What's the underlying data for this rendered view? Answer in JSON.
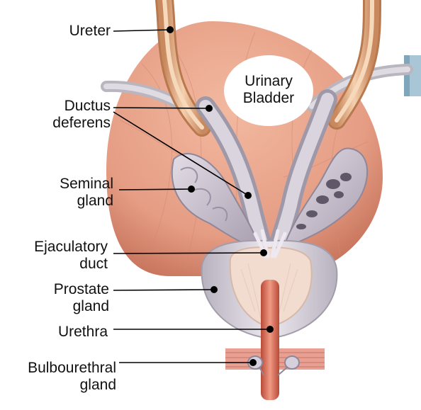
{
  "labels": {
    "ureter": "Ureter",
    "urinary_bladder": [
      "Urinary",
      "Bladder"
    ],
    "ductus_deferens": [
      "Ductus",
      "deferens"
    ],
    "seminal_gland": [
      "Seminal",
      "gland"
    ],
    "ejaculatory_duct": [
      "Ejaculatory",
      "duct"
    ],
    "prostate_gland": [
      "Prostate",
      "gland"
    ],
    "urethra": "Urethra",
    "bulbourethral_gland": [
      "Bulbourethral",
      "gland"
    ]
  },
  "colors": {
    "bladder": "#e8a48a",
    "bladder_shadow": "#c97a63",
    "seminal": "#c9c2cf",
    "prostate": "#d9d4dc",
    "prostate_inner": "#f0d6c9",
    "urethra": "#d9674f",
    "muscle": "#e39c8f",
    "ureter": "#e9b38e",
    "vessel": "#a9c6d6"
  }
}
